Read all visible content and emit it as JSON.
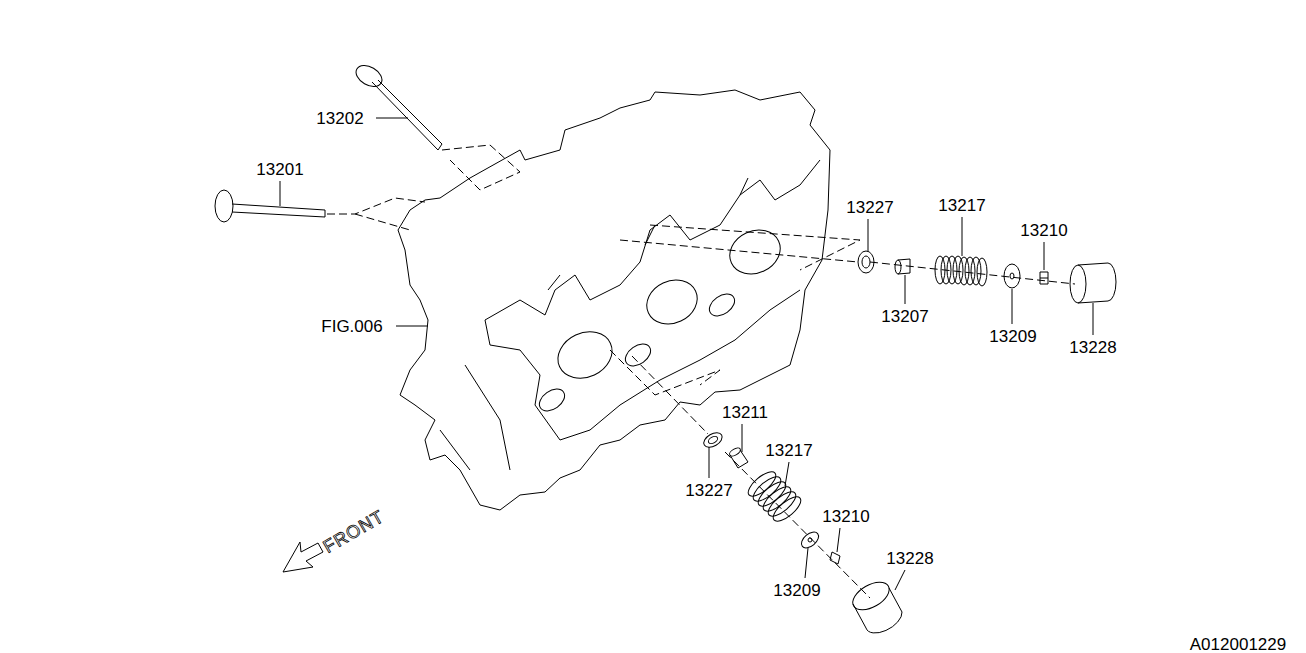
{
  "diagram": {
    "labels": [
      "13202",
      "13201",
      "FIG.006",
      "13227",
      "13217",
      "13210",
      "13207",
      "13209",
      "13228",
      "13211",
      "13227",
      "13217",
      "13210",
      "13209",
      "13228",
      "FRONT",
      "A012001229"
    ]
  }
}
